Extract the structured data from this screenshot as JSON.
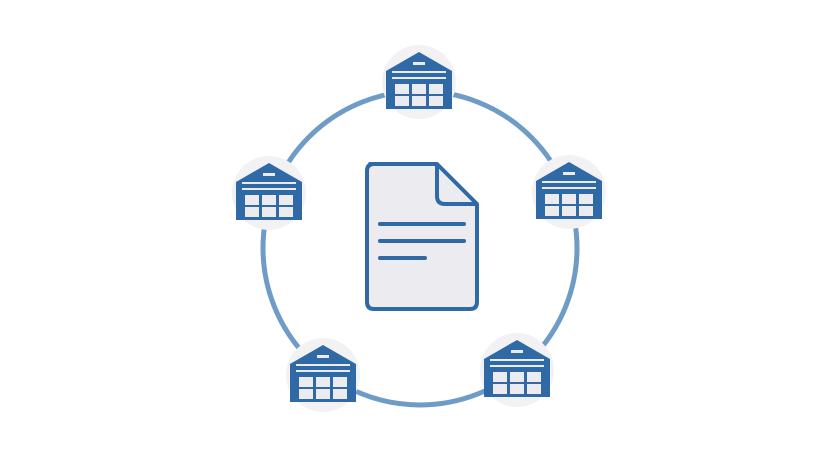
{
  "diagram": {
    "type": "hub-and-ring",
    "center_icon": "document-icon",
    "node_icon": "warehouse-icon",
    "node_count": 5,
    "nodes": [
      {
        "name": "warehouse-node-top",
        "icon": "warehouse-icon"
      },
      {
        "name": "warehouse-node-right",
        "icon": "warehouse-icon"
      },
      {
        "name": "warehouse-node-bottom-right",
        "icon": "warehouse-icon"
      },
      {
        "name": "warehouse-node-bottom-left",
        "icon": "warehouse-icon"
      },
      {
        "name": "warehouse-node-left",
        "icon": "warehouse-icon"
      }
    ]
  },
  "colors": {
    "background": "#ffffff",
    "ring": "#6f9cc6",
    "icon_blue": "#2f6aa6",
    "icon_fill": "#ececf0",
    "node_bg": "#f2f2f5"
  }
}
